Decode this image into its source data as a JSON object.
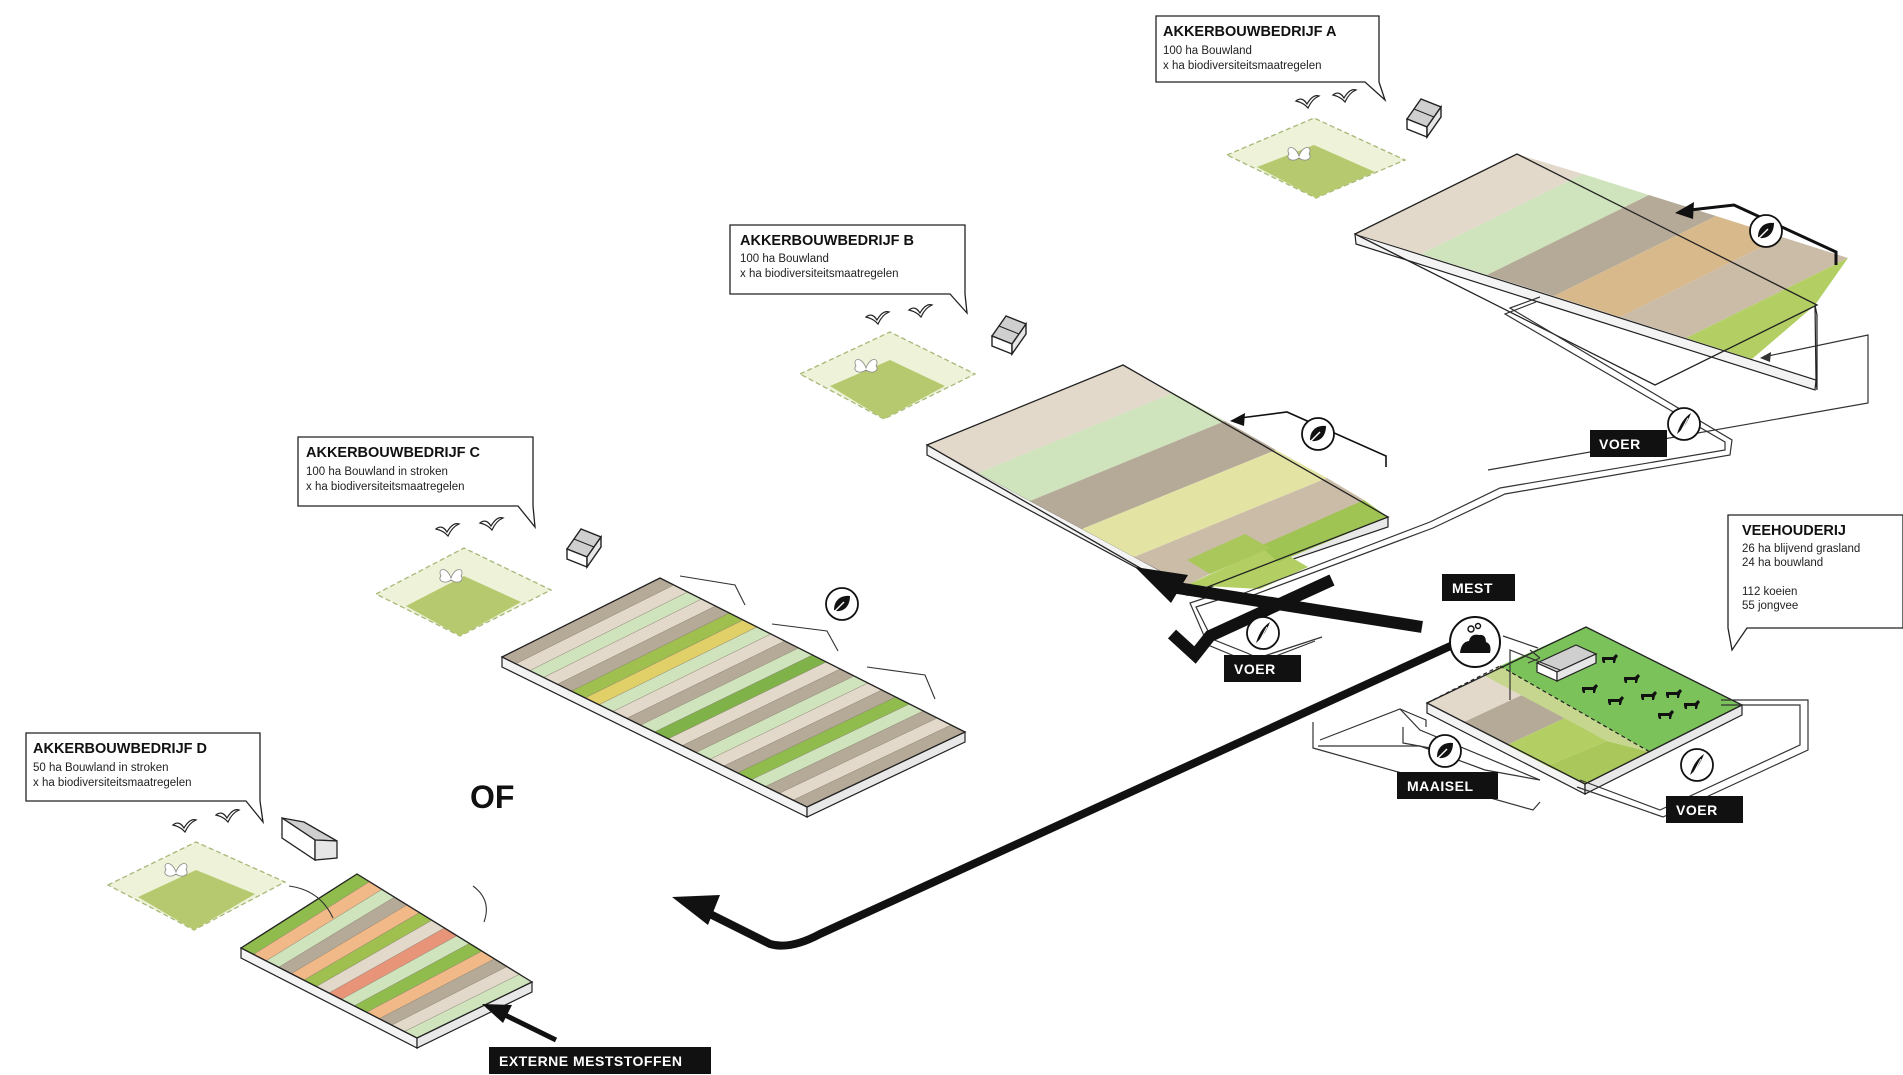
{
  "farms": {
    "a": {
      "title": "AKKERBOUWBEDRIJF A",
      "line1": "100 ha Bouwland",
      "line2": "x ha biodiversiteitsmaatregelen"
    },
    "b": {
      "title": "AKKERBOUWBEDRIJF B",
      "line1": "100 ha Bouwland",
      "line2": "x ha biodiversiteitsmaatregelen"
    },
    "c": {
      "title": "AKKERBOUWBEDRIJF C",
      "line1": "100 ha Bouwland in stroken",
      "line2": "x ha biodiversiteitsmaatregelen"
    },
    "d": {
      "title": "AKKERBOUWBEDRIJF D",
      "line1": "50 ha Bouwland in stroken",
      "line2": "x ha biodiversiteitsmaatregelen"
    }
  },
  "veehouderij": {
    "title": "VEEHOUDERIJ",
    "line1": "26 ha blijvend grasland",
    "line2": "24 ha bouwland",
    "line3": "112 koeien",
    "line4": "55 jongvee"
  },
  "tags": {
    "voer_a": "VOER",
    "voer_b": "VOER",
    "voer_vee": "VOER",
    "mest": "MEST",
    "maaisel": "MAAISEL",
    "externe": "EXTERNE MESTSTOFFEN"
  },
  "or_label": "OF",
  "icons": {
    "leaf": "leaf-icon",
    "corn": "corn-icon",
    "manure": "manure-icon",
    "bird": "bird-icon",
    "butterfly": "butterfly-icon",
    "barn": "barn-icon",
    "cow": "cow-icon"
  },
  "colors": {
    "field_beige": "#e3d9cb",
    "field_lightgreen": "#cfe3bc",
    "field_taupe": "#b5aa98",
    "field_tan": "#d7b98c",
    "field_green": "#b3cf63",
    "field_yellow": "#e3e3a4",
    "field_bio": "#b7c96f",
    "field_bio_pale": "#edf2d8",
    "pasture": "#7cc25a",
    "strip_orange": "#f0b987",
    "strip_red": "#e89478",
    "strip_yellow": "#e1d067",
    "ink": "#111111"
  }
}
